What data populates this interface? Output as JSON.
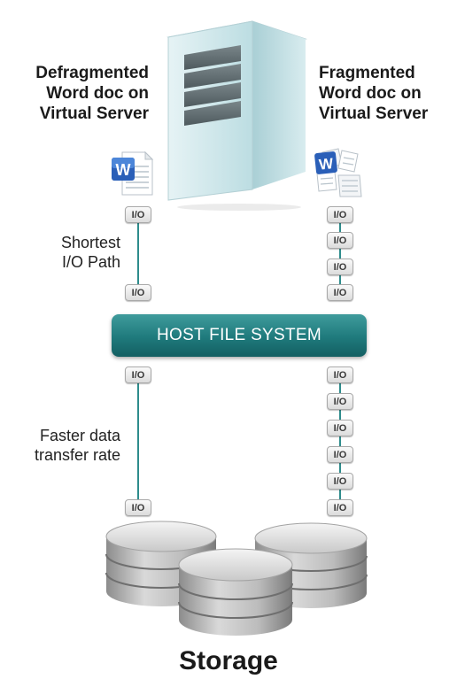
{
  "left_title": [
    "Defragmented",
    "Word doc on",
    "Virtual Server"
  ],
  "right_title": [
    "Fragmented",
    "Word doc on",
    "Virtual Server"
  ],
  "left_note_top": [
    "Shortest",
    "I/O Path"
  ],
  "left_note_bottom": [
    "Faster data",
    "transfer rate"
  ],
  "io_label": "I/O",
  "host_file_system": "HOST FILE SYSTEM",
  "storage_label": "Storage",
  "colors": {
    "teal": "#1f7a7c",
    "io_border": "#a9a9a9",
    "server_body": "#cfe6ea",
    "disk": "#b9b9b9"
  },
  "icons": {
    "server": "server-tower-icon",
    "word_doc": "word-document-icon",
    "fragmented_doc": "fragmented-word-document-icon",
    "storage": "database-disk-stack-icon"
  },
  "left_io_count_upper": 2,
  "left_io_count_lower": 2,
  "right_io_count_upper": 4,
  "right_io_count_lower": 6
}
